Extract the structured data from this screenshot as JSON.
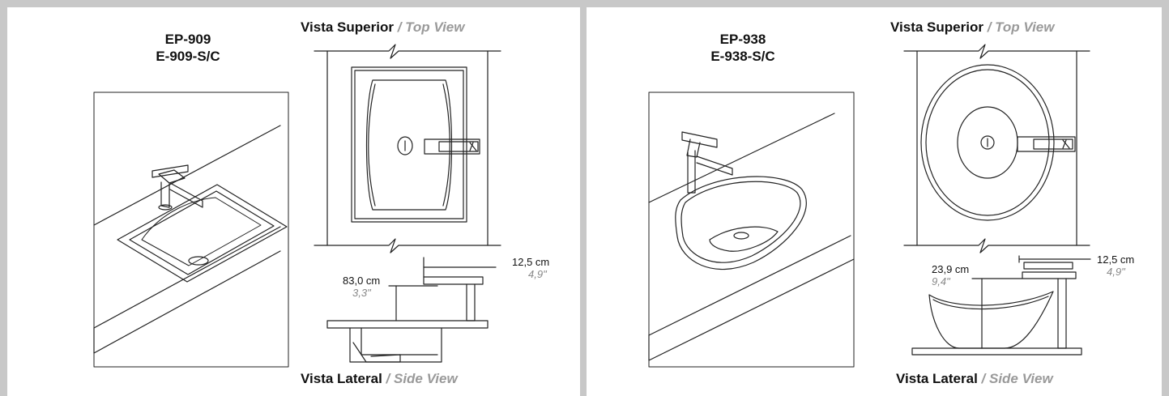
{
  "panels": [
    {
      "model_line1": "EP-909",
      "model_line2": "E-909-S/C",
      "top_view_label": "Vista Superior",
      "top_view_label_en": "/ Top View",
      "side_view_label": "Vista Lateral",
      "side_view_label_en": "/ Side View",
      "dim_a_metric": "12,5 cm",
      "dim_a_imperial": "4,9\"",
      "dim_b_metric": "83,0 cm",
      "dim_b_imperial": "3,3\""
    },
    {
      "model_line1": "EP-938",
      "model_line2": "E-938-S/C",
      "top_view_label": "Vista Superior",
      "top_view_label_en": "/ Top View",
      "side_view_label": "Vista Lateral",
      "side_view_label_en": "/ Side View",
      "dim_a_metric": "12,5 cm",
      "dim_a_imperial": "4,9\"",
      "dim_b_metric": "23,9 cm",
      "dim_b_imperial": "9,4\""
    }
  ],
  "colors": {
    "frame": "#c8c8c8",
    "line": "#222222",
    "subtitle": "#9a9a9a"
  }
}
